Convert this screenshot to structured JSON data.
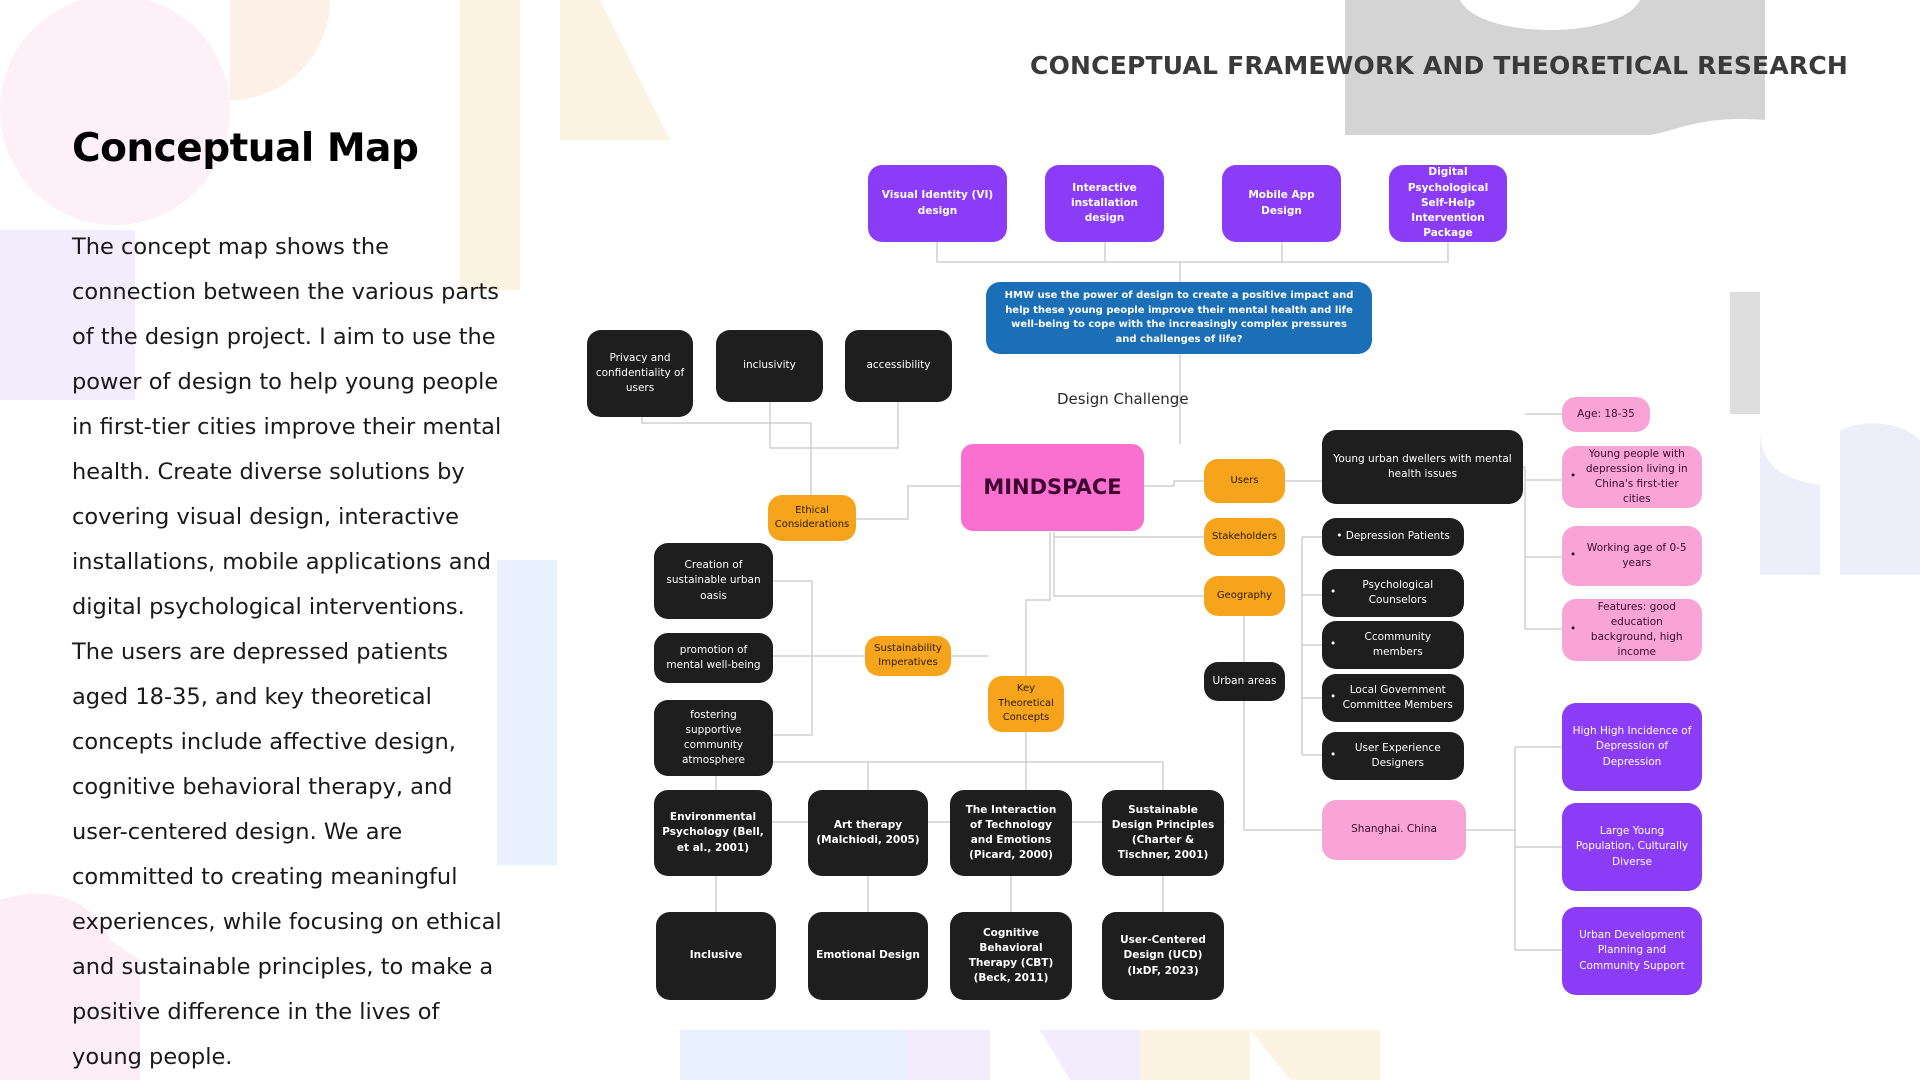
{
  "header": {
    "section_title": "CONCEPTUAL FRAMEWORK AND THEORETICAL RESEARCH",
    "title": "Conceptual Map",
    "description": "The concept map shows the connection between the various parts of the design project. I aim to use the power of design to help young people in first-tier cities improve their mental health. Create diverse solutions by covering visual design, interactive installations, mobile applications and digital psychological interventions. The users are depressed patients aged 18-35, and key theoretical concepts include affective design, cognitive behavioral therapy, and user-centered design. We are committed to creating meaningful experiences, while focusing on ethical and sustainable principles, to make a positive difference in the lives of young people."
  },
  "colors": {
    "purple": "#8b3cf7",
    "blue": "#1a6fb6",
    "black": "#1e1e1e",
    "orange": "#f7a41d",
    "pink": "#f9a4d6",
    "hub": "#fb6fcf"
  },
  "map": {
    "outputs": {
      "vi": "Visual Identity (VI) design",
      "installation": "Interactive installation design",
      "app": "Mobile App Design",
      "digital": "Digital Psychological Self-Help Intervention Package"
    },
    "hmw": "HMW use the power of design to create a positive impact and help these young people improve their mental health and life well-being to cope with the increasingly complex pressures and challenges of life?",
    "design_challenge": "Design Challenge",
    "hub": "MINDSPACE",
    "ethics": {
      "privacy": "Privacy and confidentiality of users",
      "inclusivity": "inclusivity",
      "accessibility": "accessibility",
      "label": "Ethical Considerations"
    },
    "sustainability": {
      "oasis": "Creation of sustainable urban oasis",
      "wellbeing": "promotion of mental well-being",
      "community": "fostering supportive community atmosphere",
      "label": "Sustainability Imperatives"
    },
    "key_concepts": "Key Theoretical Concepts",
    "theories": {
      "env": "Environmental Psychology (Bell, et al., 2001)",
      "art": "Art therapy (Malchiodi, 2005)",
      "tech": "The Interaction of Technology and Emotions (Picard, 2000)",
      "sust": "Sustainable Design Principles (Charter & Tischner, 2001)"
    },
    "concepts": {
      "inclusive": "Inclusive",
      "emotional": "Emotional Design",
      "cbt": "Cognitive Behavioral Therapy (CBT) (Beck, 2011)",
      "ucd": "User-Centered Design (UCD) (IxDF, 2023)"
    },
    "users": {
      "label": "Users",
      "desc": "Young urban dwellers with mental health issues",
      "age": "Age: 18-35",
      "traits": [
        "Young people with depression living in China's first-tier cities",
        "Working age of 0-5 years",
        "Features: good education background, high income"
      ]
    },
    "stakeholders": {
      "label": "Stakeholders",
      "items": [
        "Depression Patients",
        "Psychological Counselors",
        "Ccommunity members",
        "Local Government Committee Members",
        "User Experience Designers"
      ]
    },
    "geography": {
      "label": "Geography",
      "urban": "Urban areas",
      "city": "Shanghai. China",
      "traits": [
        "High High Incidence of Depression of Depression",
        "Large Young Population, Culturally Diverse",
        "Urban Development Planning and Community Support"
      ]
    }
  }
}
